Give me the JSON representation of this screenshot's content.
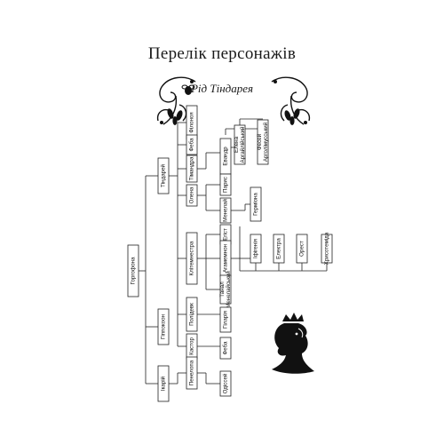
{
  "header": {
    "title": "Перелік персонажів",
    "subtitle": "Рід Тіндарея"
  },
  "colors": {
    "ink": "#1a1a1a",
    "paper": "#ffffff"
  },
  "icons": {
    "left_ornament": "floral-flourish-icon",
    "right_ornament": "floral-flourish-icon",
    "emblem": "crowned-woman-profile-icon"
  },
  "tree": {
    "root": "Горгофона",
    "gen1": [
      "Тіндарей",
      "Гіппокоон",
      "Ікарій"
    ],
    "gen2": [
      "Філоноя",
      "Феба",
      "Тімандра",
      "Клітемнестра",
      "Олена",
      "Полідевк",
      "Кастор",
      "Пенелопа"
    ],
    "gen3": [
      "Евандр",
      "Парис",
      "Менелай",
      "Егіст",
      "Агамемнон",
      "Танал Менелайський",
      "Гіларія",
      "Феба",
      "Одіссей"
    ],
    "gen4": [
      "Елена Аргайлійський",
      "Фесей Арголімусський",
      "Гермiона",
      "Іфігенія",
      "Електра",
      "Орест",
      "Хрисотеміда"
    ]
  }
}
